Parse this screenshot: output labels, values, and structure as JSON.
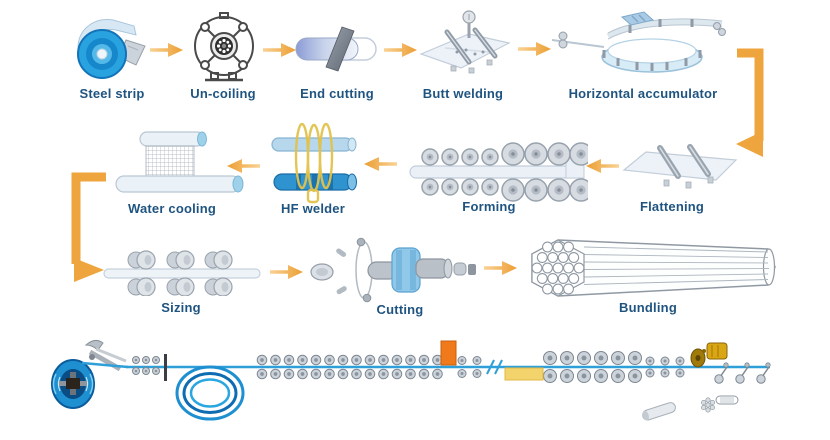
{
  "diagram_subject": "ERW steel pipe production process flow",
  "steps": {
    "steel_strip": "Steel strip",
    "uncoiling": "Un-coiling",
    "end_cutting": "End cutting",
    "butt_welding": "Butt welding",
    "horizontal_accumulator": "Horizontal accumulator",
    "flattening": "Flattening",
    "forming": "Forming",
    "hf_welder": "HF welder",
    "water_cooling": "Water cooling",
    "sizing": "Sizing",
    "cutting": "Cutting",
    "bundling": "Bundling"
  },
  "flow_order": [
    "Steel strip",
    "Un-coiling",
    "End cutting",
    "Butt welding",
    "Horizontal accumulator",
    "Flattening",
    "Forming",
    "HF welder",
    "Water cooling",
    "Sizing",
    "Cutting",
    "Bundling"
  ],
  "colors": {
    "label_text": "#1f5480",
    "arrow_orange": "#efa53e",
    "coil_blue": "#1e8fd0",
    "line_blue": "#2e9fd8",
    "welder_box_orange": "#f0791c",
    "cooling_box_yellow": "#f3d36c",
    "saw_gold": "#d9a714",
    "hf_coil_yellow": "#e2c24a"
  },
  "icon_names": [
    "steel-strip-coil-icon",
    "uncoiler-machine-icon",
    "end-cutting-blade-icon",
    "butt-welding-icon",
    "horizontal-accumulator-icon",
    "flattening-rollers-icon",
    "forming-mill-icon",
    "hf-welder-coil-icon",
    "water-cooling-icon",
    "sizing-mill-icon",
    "flying-cutoff-icon",
    "pipe-bundle-icon",
    "production-line-schematic"
  ]
}
